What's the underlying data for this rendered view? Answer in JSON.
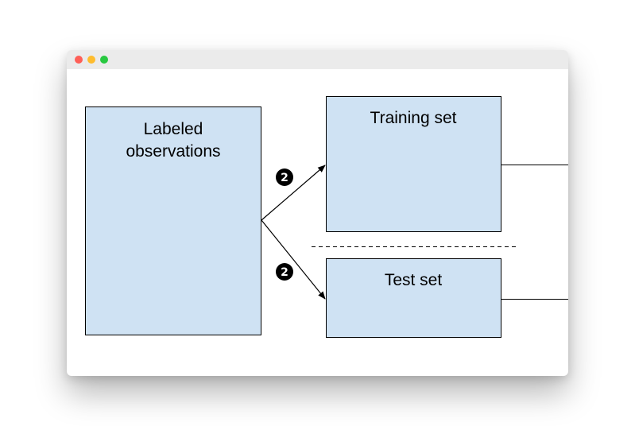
{
  "window": {
    "controls": [
      "close",
      "minimize",
      "zoom"
    ]
  },
  "diagram": {
    "source_box": {
      "label_line1": "Labeled",
      "label_line2": "observations"
    },
    "training_box": {
      "label": "Training set"
    },
    "test_box": {
      "label": "Test set"
    },
    "step_badges": {
      "upper": "2",
      "lower": "2"
    },
    "colors": {
      "box_fill": "#cfe2f3",
      "box_stroke": "#000000",
      "badge_fill": "#000000"
    }
  }
}
